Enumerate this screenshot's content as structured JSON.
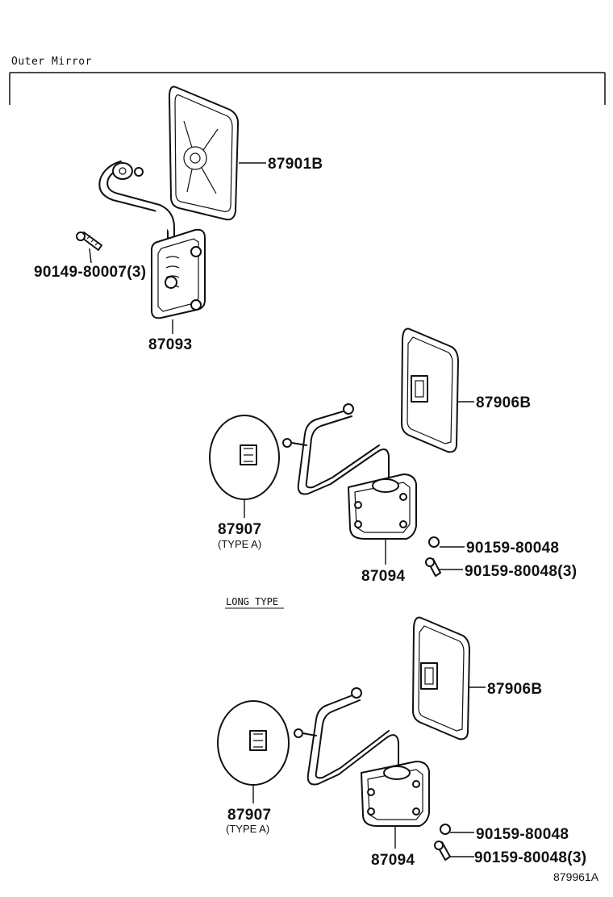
{
  "header": {
    "title": "Outer Mirror"
  },
  "labels": {
    "p87901B": "87901B",
    "p90149": "90149-80007(3)",
    "p87093": "87093",
    "p87906B_1": "87906B",
    "p87907_1": "87907",
    "typeA_1": "(TYPE A)",
    "p87094_1": "87094",
    "p90159_1": "90159-80048",
    "p90159_3_1": "90159-80048(3)",
    "long_type": "LONG TYPE",
    "p87906B_2": "87906B",
    "p87907_2": "87907",
    "typeA_2": "(TYPE A)",
    "p87094_2": "87094",
    "p90159_2": "90159-80048",
    "p90159_3_2": "90159-80048(3)",
    "figure_id": "879961A"
  }
}
